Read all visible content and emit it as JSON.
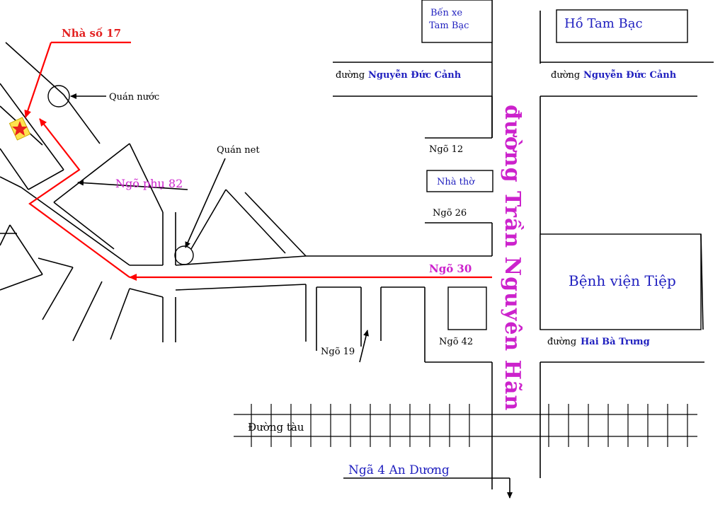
{
  "labels": {
    "destination": "Nhà số 17",
    "tea_shop": "Quán nước",
    "net_cafe": "Quán net",
    "side_alley": "Ngõ phụ 82",
    "alley_12": "Ngõ 12",
    "church": "Nhà thờ",
    "alley_26": "Ngõ 26",
    "alley_30": "Ngõ 30",
    "alley_42": "Ngõ 42",
    "alley_19": "Ngõ 19",
    "bus_station_line1": "Bến xe",
    "bus_station_line2": "Tam Bạc",
    "lake": "Hồ Tam Bạc",
    "street_prefix_left": "đường",
    "street_name_left": "Nguyễn Đức Cảnh",
    "street_prefix_right": "đường",
    "street_name_right": "Nguyễn Đức Cảnh",
    "main_street": "đường Trần Nguyên Hãn",
    "hospital": "Bệnh viện Tiệp",
    "hbt_prefix": "đường",
    "hbt_name": "Hai Bà Trưng",
    "railway": "Đường tàu",
    "intersection": "Ngã 4 An Dương"
  },
  "colors": {
    "route": "#ff0000",
    "blue_label": "#1f1fbf",
    "red_label": "#e32222",
    "magenta_label": "#cc22cc",
    "star": "#e8201c",
    "star_box": "#ffe34d"
  },
  "icons": {
    "destination_marker": "star-icon"
  }
}
